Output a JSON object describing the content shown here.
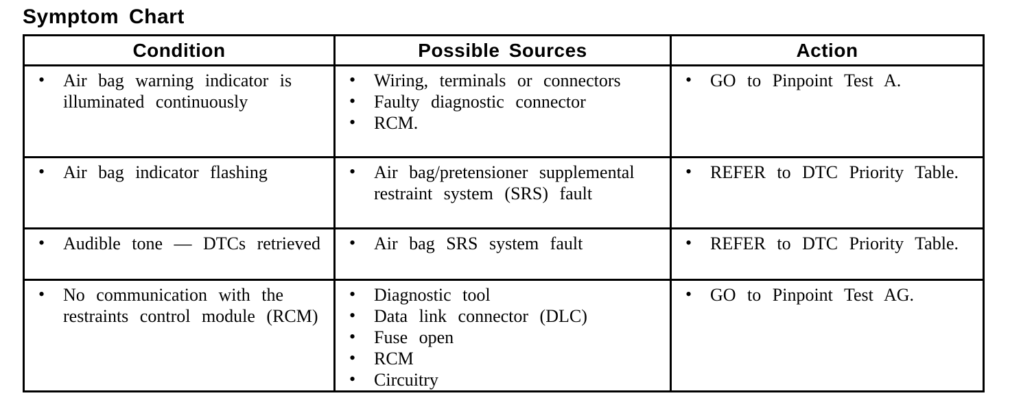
{
  "title": "Symptom Chart",
  "table": {
    "headers": [
      "Condition",
      "Possible Sources",
      "Action"
    ],
    "rows": [
      {
        "condition": [
          "Air bag warning indicator is illuminated continuously"
        ],
        "sources": [
          "Wiring, terminals or connectors",
          "Faulty diagnostic connector",
          "RCM."
        ],
        "action": [
          "GO to Pinpoint Test A."
        ]
      },
      {
        "condition": [
          "Air bag indicator flashing"
        ],
        "sources": [
          "Air bag/pretensioner supplemental restraint system (SRS) fault"
        ],
        "action": [
          "REFER to DTC Priority Table."
        ]
      },
      {
        "condition": [
          "Audible tone — DTCs retrieved"
        ],
        "sources": [
          "Air bag SRS system fault"
        ],
        "action": [
          "REFER to DTC Priority Table."
        ]
      },
      {
        "condition": [
          "No communication with the restraints control module (RCM)"
        ],
        "sources": [
          "Diagnostic tool",
          "Data link connector (DLC)",
          "Fuse open",
          "RCM",
          "Circuitry"
        ],
        "action": [
          "GO to Pinpoint Test AG."
        ]
      }
    ]
  }
}
